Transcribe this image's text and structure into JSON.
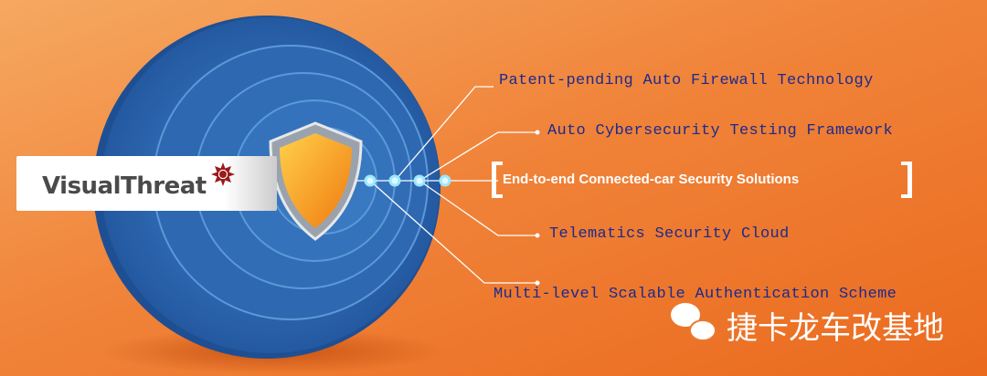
{
  "brand": {
    "name": "VisualThreat",
    "logo_icon": "red-sunburst-icon"
  },
  "headline": "End-to-end Connected-car Security Solutions",
  "features": [
    "Patent-pending Auto Firewall Technology",
    "Auto Cybersecurity Testing Framework",
    "Telematics Security Cloud",
    "Multi-level Scalable Authentication Scheme"
  ],
  "watermark": {
    "icon": "wechat-icon",
    "text": "捷卡龙车改基地"
  },
  "colors": {
    "background": "#f0843a",
    "disk": "#2f6db5",
    "shield": "#f7a21b",
    "feature_text": "#1d2a8c",
    "logo_red": "#9b1b1b"
  }
}
